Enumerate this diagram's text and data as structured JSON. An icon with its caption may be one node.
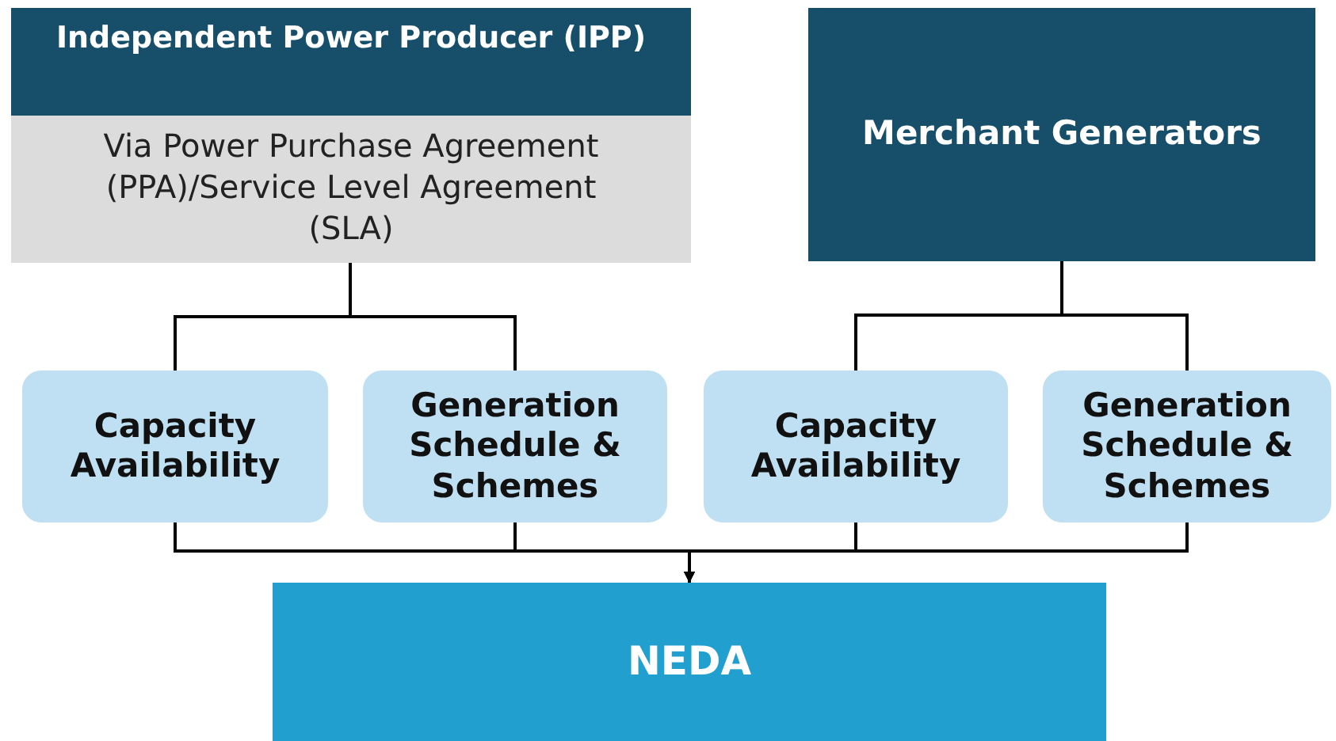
{
  "diagram": {
    "nodes": [
      {
        "text": [
          "Independent Power Producer (IPP)",
          "Via Power Purchase Agreement (PPA)/Service Level Agreement (SLA)"
        ]
      },
      {
        "text": [
          "Merchant Generators"
        ]
      },
      {
        "text": [
          "Capacity Availability"
        ]
      },
      {
        "text": [
          "Generation Schedule & Schemes"
        ]
      },
      {
        "text": [
          "Capacity Availability"
        ]
      },
      {
        "text": [
          "Generation Schedule & Schemes"
        ]
      },
      {
        "text": [
          "NEDA"
        ]
      }
    ],
    "edges": [
      {
        "from": 0,
        "to": 2,
        "arrow": "none"
      },
      {
        "from": 0,
        "to": 3,
        "arrow": "none"
      },
      {
        "from": 1,
        "to": 4,
        "arrow": "none"
      },
      {
        "from": 1,
        "to": 5,
        "arrow": "none"
      },
      {
        "from": 2,
        "to": 6,
        "arrow": "to"
      },
      {
        "from": 3,
        "to": 6,
        "arrow": "to"
      },
      {
        "from": 4,
        "to": 6,
        "arrow": "to"
      },
      {
        "from": 5,
        "to": 6,
        "arrow": "to"
      }
    ]
  }
}
